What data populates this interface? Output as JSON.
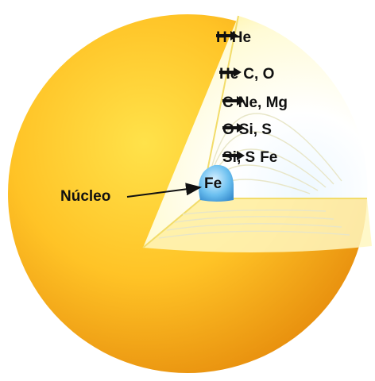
{
  "reactions": [
    {
      "reactant": "H",
      "product": "He"
    },
    {
      "reactant": "He",
      "product": "C, O"
    },
    {
      "reactant": "C",
      "product": "Ne, Mg"
    },
    {
      "reactant": "O",
      "product": "Si, S"
    },
    {
      "reactant": "Si, S",
      "product": "Fe"
    }
  ],
  "core": {
    "element": "Fe",
    "label": "Núcleo"
  },
  "colors": {
    "star_outer": "#f4a01c",
    "star_inner": "#ffd83a",
    "shell_wall": "#fff6b0",
    "core": "#4fa8e0",
    "text": "#111111"
  }
}
